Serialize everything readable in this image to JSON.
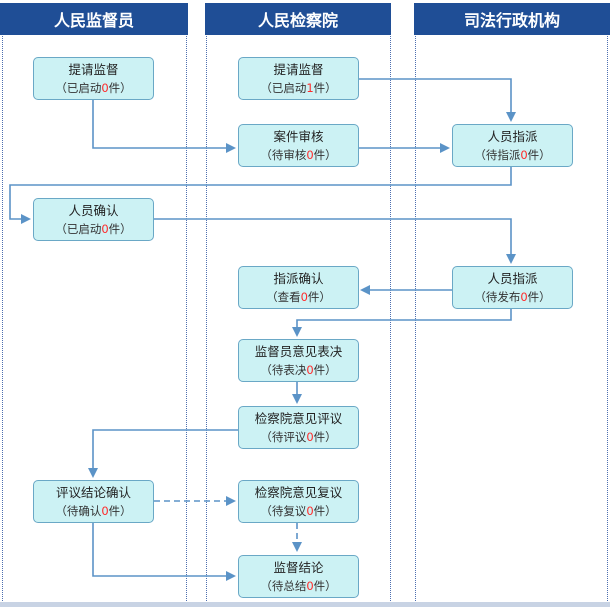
{
  "lanes": [
    "人民监督员",
    "人民检察院",
    "司法行政机构"
  ],
  "nodes": {
    "n1": {
      "title": "提请监督",
      "prefix": "（已启动",
      "count": "0",
      "suffix": "件）"
    },
    "n2": {
      "title": "提请监督",
      "prefix": "（已启动",
      "count": "1",
      "suffix": "件）"
    },
    "n3": {
      "title": "案件审核",
      "prefix": "（待审核",
      "count": "0",
      "suffix": "件）"
    },
    "n4": {
      "title": "人员指派",
      "prefix": "（待指派",
      "count": "0",
      "suffix": "件）"
    },
    "n5": {
      "title": "人员确认",
      "prefix": "（已启动",
      "count": "0",
      "suffix": "件）"
    },
    "n6": {
      "title": "人员指派",
      "prefix": "（待发布",
      "count": "0",
      "suffix": "件）"
    },
    "n7": {
      "title": "指派确认",
      "prefix": "（查看",
      "count": "0",
      "suffix": "件）"
    },
    "n8": {
      "title": "监督员意见表决",
      "prefix": "（待表决",
      "count": "0",
      "suffix": "件）"
    },
    "n9": {
      "title": "检察院意见评议",
      "prefix": "（待评议",
      "count": "0",
      "suffix": "件）"
    },
    "n10": {
      "title": "评议结论确认",
      "prefix": "（待确认",
      "count": "0",
      "suffix": "件）"
    },
    "n11": {
      "title": "检察院意见复议",
      "prefix": "（待复议",
      "count": "0",
      "suffix": "件）"
    },
    "n12": {
      "title": "监督结论",
      "prefix": "（待总结",
      "count": "0",
      "suffix": "件）"
    }
  },
  "colors": {
    "header": "#1f4e96",
    "node_fill": "#ccf2f4",
    "node_border": "#6aa8c6",
    "arrow": "#5b93c7",
    "count_highlight": "#ff2a2a"
  }
}
